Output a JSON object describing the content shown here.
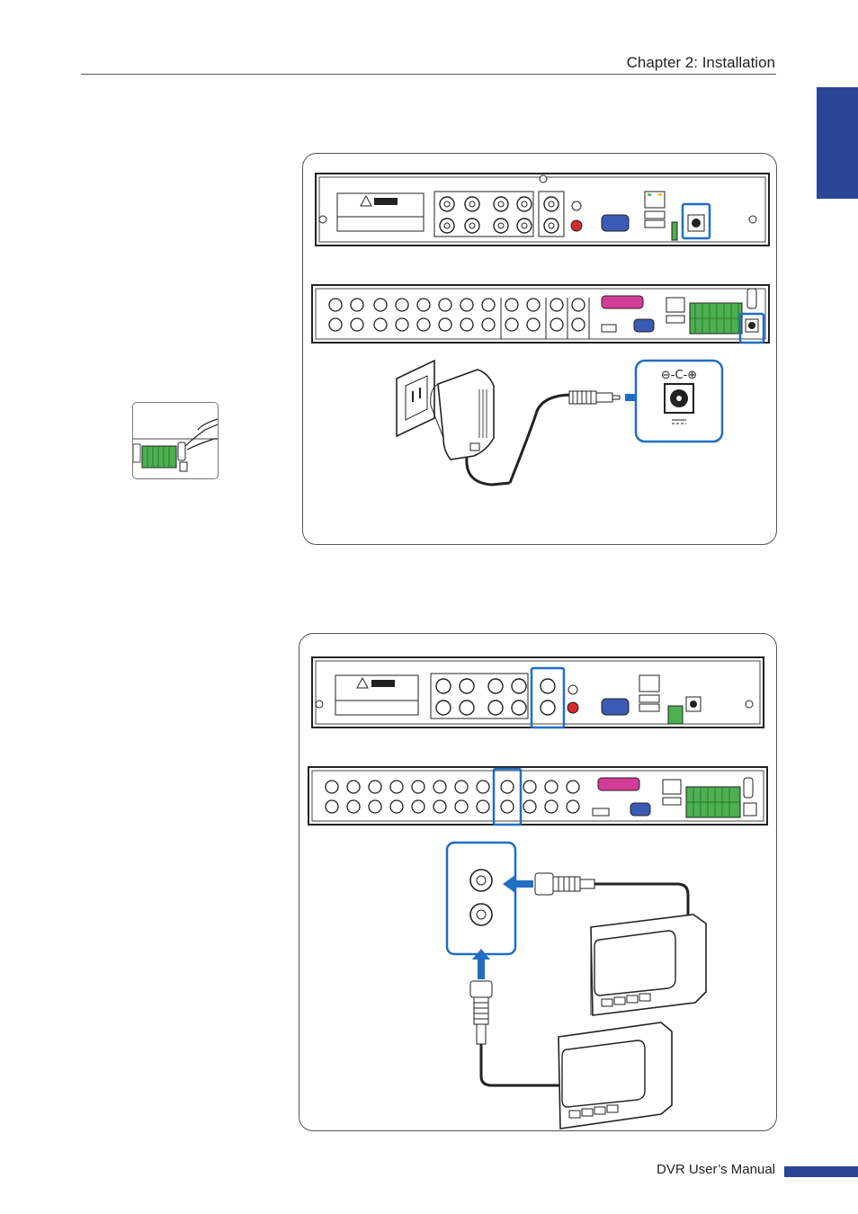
{
  "header": {
    "chapter_title": "Chapter 2: Installation"
  },
  "footer": {
    "manual_title": "DVR User’s Manual"
  },
  "colors": {
    "accent": "#2b4596",
    "highlight": "#1f6ec4",
    "terminal_green": "#4caf50",
    "port_magenta": "#d23c96",
    "vga_blue": "#3a5bb5"
  },
  "icons": [
    "warning-icon",
    "arrow-right-icon",
    "arrow-left-icon",
    "arrow-up-icon",
    "hand-icon"
  ],
  "power_jack_symbol": "⊖-C-⊕"
}
